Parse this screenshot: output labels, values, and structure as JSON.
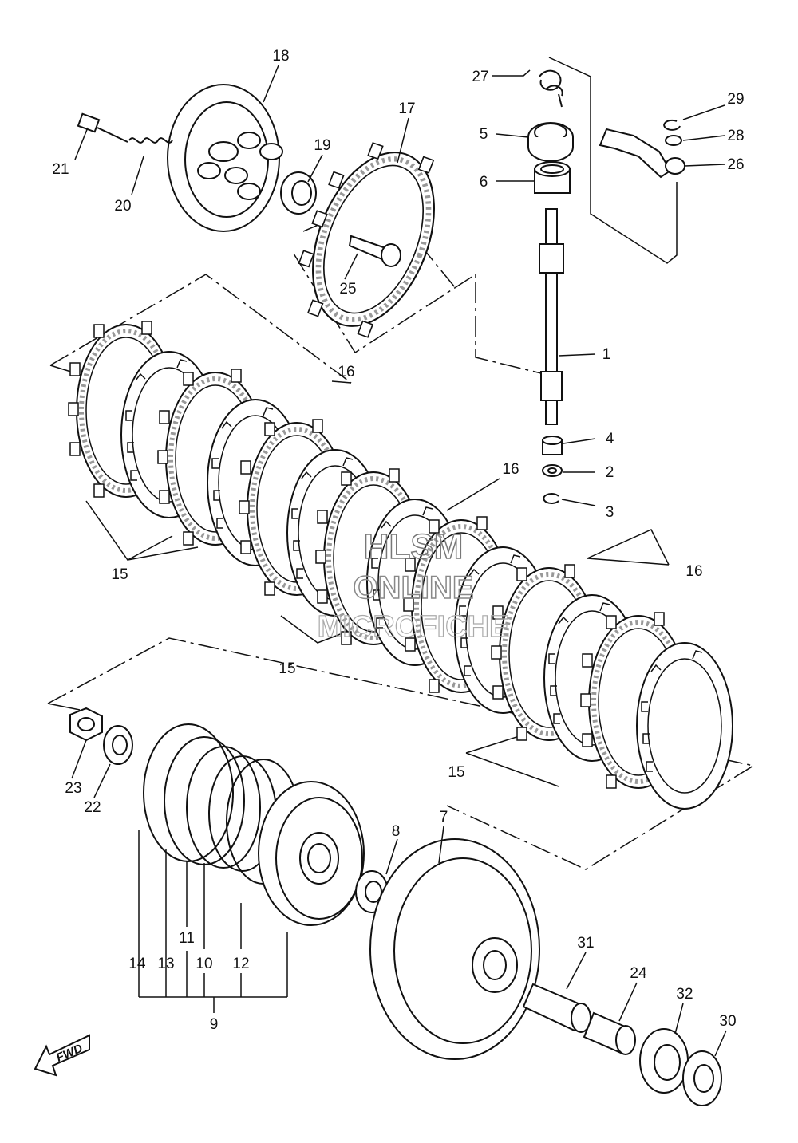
{
  "diagram": {
    "part_labels": [
      "1",
      "2",
      "3",
      "4",
      "5",
      "6",
      "7",
      "8",
      "9",
      "10",
      "11",
      "12",
      "13",
      "14",
      "15",
      "15",
      "15",
      "16",
      "16",
      "16",
      "17",
      "18",
      "19",
      "20",
      "21",
      "22",
      "23",
      "24",
      "25",
      "26",
      "27",
      "28",
      "29",
      "30",
      "31",
      "32"
    ],
    "watermark": [
      "HLSM",
      "ONLINE",
      "MICROFICHE"
    ],
    "fwd_label": "FWD",
    "colors": {
      "line": "#111111",
      "fill": "#ffffff",
      "friction": "#999999",
      "watermark": "#9a9a9a"
    }
  }
}
